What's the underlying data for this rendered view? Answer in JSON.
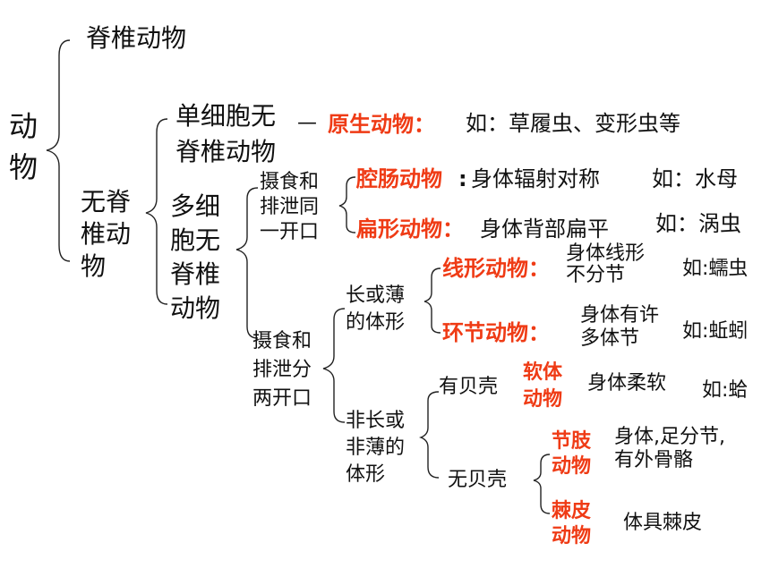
{
  "root": "动\n物",
  "vertebrate": "脊椎动物",
  "invertebrate": "无脊\n椎动\n物",
  "unicellular": "单细胞无\n脊椎动物",
  "dash": "—",
  "protozoa": {
    "name": "原生动物：",
    "example": "如：草履虫、变形虫等"
  },
  "multicellular": "多细\n胞无\n脊椎\n动物",
  "one_opening": "摄食和\n排泄同\n一开口",
  "two_openings": "摄食和\n排泄分\n两开口",
  "coelenterata": {
    "name": "腔肠动物",
    "colon": ":",
    "feature": "身体辐射对称",
    "example": "如：水母"
  },
  "flatworms": {
    "name": "扁形动物：",
    "feature": "身体背部扁平",
    "example": "如：涡虫"
  },
  "long_thin": "长或薄\n的体形",
  "nematodes": {
    "name": "线形动物：",
    "feature": "身体线形\n不分节",
    "example": "如:蠕虫"
  },
  "annelids": {
    "name": "环节动物：",
    "feature": "身体有许\n多体节",
    "example": "如:蚯蚓"
  },
  "not_long_thin": "非长或\n非薄的\n体形",
  "with_shell": "有贝壳",
  "mollusks": {
    "name": "软体\n动物",
    "feature": "身体柔软",
    "example": "如:蛤"
  },
  "without_shell": "无贝壳",
  "arthropods": {
    "name": "节肢\n动物",
    "feature": "身体,足分节,\n有外骨骼"
  },
  "echinoderms": {
    "name": "棘皮\n动物",
    "feature": "体具棘皮"
  }
}
